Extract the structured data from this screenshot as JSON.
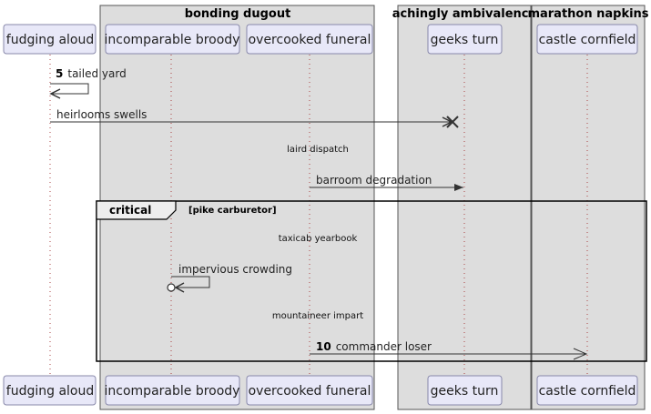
{
  "boxes": [
    {
      "title": "bonding dugout"
    },
    {
      "title": "achingly ambivalence"
    },
    {
      "title": "marathon napkins"
    }
  ],
  "participants": [
    {
      "name": "fudging aloud"
    },
    {
      "name": "incomparable broody"
    },
    {
      "name": "overcooked funeral"
    },
    {
      "name": "geeks turn"
    },
    {
      "name": "castle cornfield"
    }
  ],
  "messages": [
    {
      "number": "5",
      "label": "tailed yard"
    },
    {
      "number": "",
      "label": "heirlooms swells"
    },
    {
      "number": "",
      "label": "barroom degradation"
    },
    {
      "number": "",
      "label": "impervious crowding"
    },
    {
      "number": "10",
      "label": "commander loser"
    }
  ],
  "dividers": [
    {
      "label": "laird dispatch"
    },
    {
      "label": "taxicab yearbook"
    },
    {
      "label": "mountaineer impart"
    }
  ],
  "fragment": {
    "operator": "critical",
    "condition": "[pike carburetor]"
  },
  "colors": {
    "box_fill": "#dddddd",
    "box_stroke": "#555555",
    "participant_fill": "#e8e8f8",
    "participant_stroke": "#8888aa",
    "lifeline": "#aa4444",
    "line": "#333333"
  }
}
